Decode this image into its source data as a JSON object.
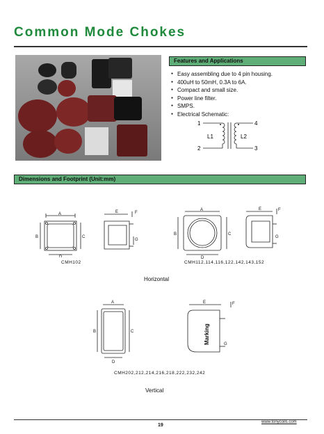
{
  "page": {
    "corner_mark": "",
    "title": "Common Mode Chokes",
    "page_number": "19",
    "website": "www.tonycoils.com"
  },
  "features": {
    "heading": "Features and Applications",
    "items": [
      "Easy assembling due to 4 pin housing.",
      "400uH to 50mH, 0.3A to 6A.",
      "Compact and small size.",
      "Power line filter.",
      "SMPS.",
      "Electrical Schematic:"
    ]
  },
  "schematic": {
    "pin1": "1",
    "pin2": "2",
    "pin3": "3",
    "pin4": "4",
    "coil1": "L1",
    "coil2": "L2"
  },
  "dimensions": {
    "heading": "Dimensions and Footprint   (Unit:mm)",
    "letters": {
      "a": "A",
      "b": "B",
      "c": "C",
      "d": "D",
      "e": "E",
      "f": "F",
      "g": "G"
    },
    "model_cmh102": "CMH102",
    "model_horizontal_series": "CMH112,114,116,122,142,143,152",
    "horizontal_label": "Horizontal",
    "model_vertical_series": "CMH202,212,214,216,218,222,232,242",
    "vertical_label": "Vertical",
    "marking_label": "Marking"
  }
}
